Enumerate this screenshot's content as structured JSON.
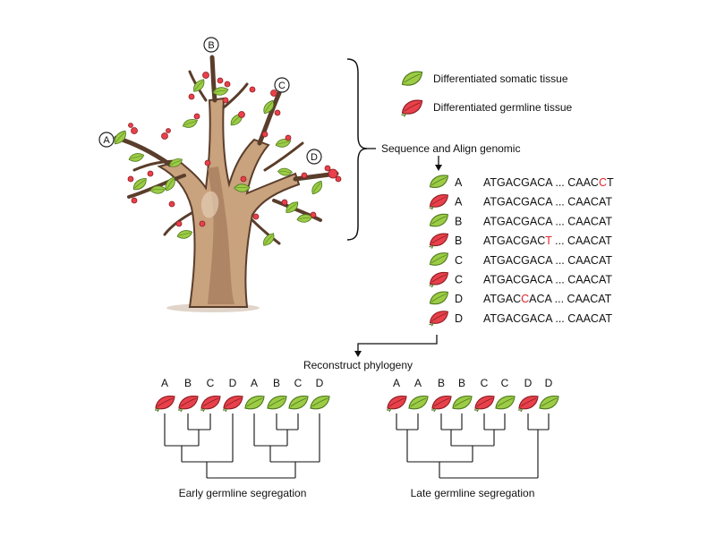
{
  "legend": {
    "somatic": "Differentiated somatic tissue",
    "germline": "Differentiated germline tissue"
  },
  "tree_branch_labels": [
    "A",
    "B",
    "C",
    "D"
  ],
  "sequence_step": "Sequence and Align genomic",
  "alignment": [
    {
      "tissue": "somatic",
      "branch": "A",
      "pre": "ATGACGACA ... CAAC",
      "mut": "C",
      "post": "T"
    },
    {
      "tissue": "germline",
      "branch": "A",
      "pre": "ATGACGACA ... CAACAT",
      "mut": "",
      "post": ""
    },
    {
      "tissue": "somatic",
      "branch": "B",
      "pre": "ATGACGACA ... CAACAT",
      "mut": "",
      "post": ""
    },
    {
      "tissue": "germline",
      "branch": "B",
      "pre": "ATGACGAC",
      "mut": "T",
      "post": " ... CAACAT"
    },
    {
      "tissue": "somatic",
      "branch": "C",
      "pre": "ATGACGACA ... CAACAT",
      "mut": "",
      "post": ""
    },
    {
      "tissue": "germline",
      "branch": "C",
      "pre": "ATGACGACA ... CAACAT",
      "mut": "",
      "post": ""
    },
    {
      "tissue": "somatic",
      "branch": "D",
      "pre": "ATGAC",
      "mut": "C",
      "post": "ACA ... CAACAT"
    },
    {
      "tissue": "germline",
      "branch": "D",
      "pre": "ATGACGACA ... CAACAT",
      "mut": "",
      "post": ""
    }
  ],
  "reconstruct_step": "Reconstruct phylogeny",
  "phylogenies": [
    {
      "caption": "Early germline segregation",
      "tips": [
        {
          "label": "A",
          "tissue": "germline"
        },
        {
          "label": "B",
          "tissue": "germline"
        },
        {
          "label": "C",
          "tissue": "germline"
        },
        {
          "label": "D",
          "tissue": "germline"
        },
        {
          "label": "A",
          "tissue": "somatic"
        },
        {
          "label": "B",
          "tissue": "somatic"
        },
        {
          "label": "C",
          "tissue": "somatic"
        },
        {
          "label": "D",
          "tissue": "somatic"
        }
      ]
    },
    {
      "caption": "Late germline segregation",
      "tips": [
        {
          "label": "A",
          "tissue": "germline"
        },
        {
          "label": "A",
          "tissue": "somatic"
        },
        {
          "label": "B",
          "tissue": "germline"
        },
        {
          "label": "B",
          "tissue": "somatic"
        },
        {
          "label": "C",
          "tissue": "germline"
        },
        {
          "label": "C",
          "tissue": "somatic"
        },
        {
          "label": "D",
          "tissue": "germline"
        },
        {
          "label": "D",
          "tissue": "somatic"
        }
      ]
    }
  ],
  "colors": {
    "leaf_green": "#9ccc45",
    "leaf_green_edge": "#4f7a1f",
    "leaf_red": "#e8414b",
    "leaf_red_edge": "#8d1d24",
    "mutation": "#e0262b",
    "trunk_light": "#c9a27e",
    "trunk_mid": "#a77e5f",
    "trunk_dark": "#5a3d2b"
  }
}
